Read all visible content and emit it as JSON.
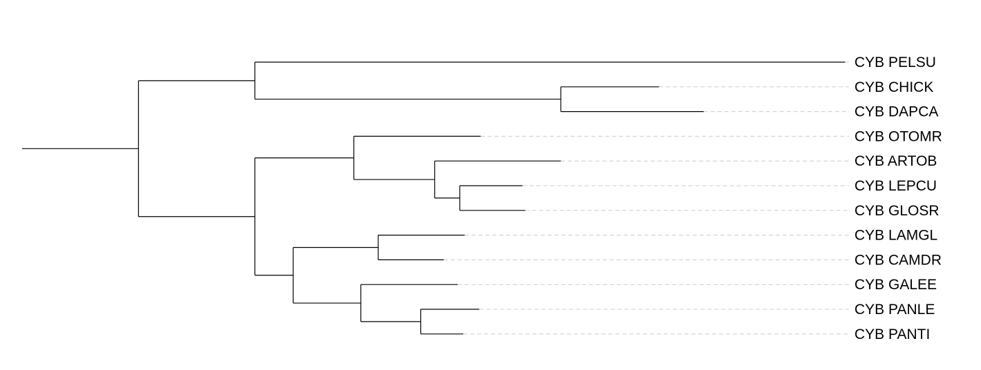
{
  "tree": {
    "leaves": [
      "CYB PELSU",
      "CYB CHICK",
      "CYB DAPCA",
      "CYB OTOMR",
      "CYB ARTOB",
      "CYB LEPCU",
      "CYB GLOSR",
      "CYB LAMGL",
      "CYB CAMDR",
      "CYB GALEE",
      "CYB PANLE",
      "CYB PANTI"
    ],
    "root": {
      "length": 0.0,
      "children": [
        {
          "length": 0.167,
          "children": [
            {
              "length": 0.167,
              "children": [
                {
                  "length": 0.847,
                  "leaf": 0
                },
                {
                  "length": 0.439,
                  "children": [
                    {
                      "length": 0.141,
                      "leaf": 1
                    },
                    {
                      "length": 0.205,
                      "leaf": 2
                    }
                  ]
                }
              ]
            },
            {
              "length": 0.167,
              "children": [
                {
                  "length": 0.142,
                  "children": [
                    {
                      "length": 0.182,
                      "leaf": 3
                    },
                    {
                      "length": 0.116,
                      "children": [
                        {
                          "length": 0.181,
                          "leaf": 4
                        },
                        {
                          "length": 0.036,
                          "children": [
                            {
                              "length": 0.09,
                              "leaf": 5
                            },
                            {
                              "length": 0.094,
                              "leaf": 6
                            }
                          ]
                        }
                      ]
                    }
                  ]
                },
                {
                  "length": 0.055,
                  "children": [
                    {
                      "length": 0.122,
                      "children": [
                        {
                          "length": 0.124,
                          "leaf": 7
                        },
                        {
                          "length": 0.094,
                          "leaf": 8
                        }
                      ]
                    },
                    {
                      "length": 0.097,
                      "children": [
                        {
                          "length": 0.139,
                          "leaf": 9
                        },
                        {
                          "length": 0.086,
                          "children": [
                            {
                              "length": 0.084,
                              "leaf": 10
                            },
                            {
                              "length": 0.061,
                              "leaf": 11
                            }
                          ]
                        }
                      ]
                    }
                  ]
                }
              ]
            }
          ]
        }
      ]
    }
  }
}
